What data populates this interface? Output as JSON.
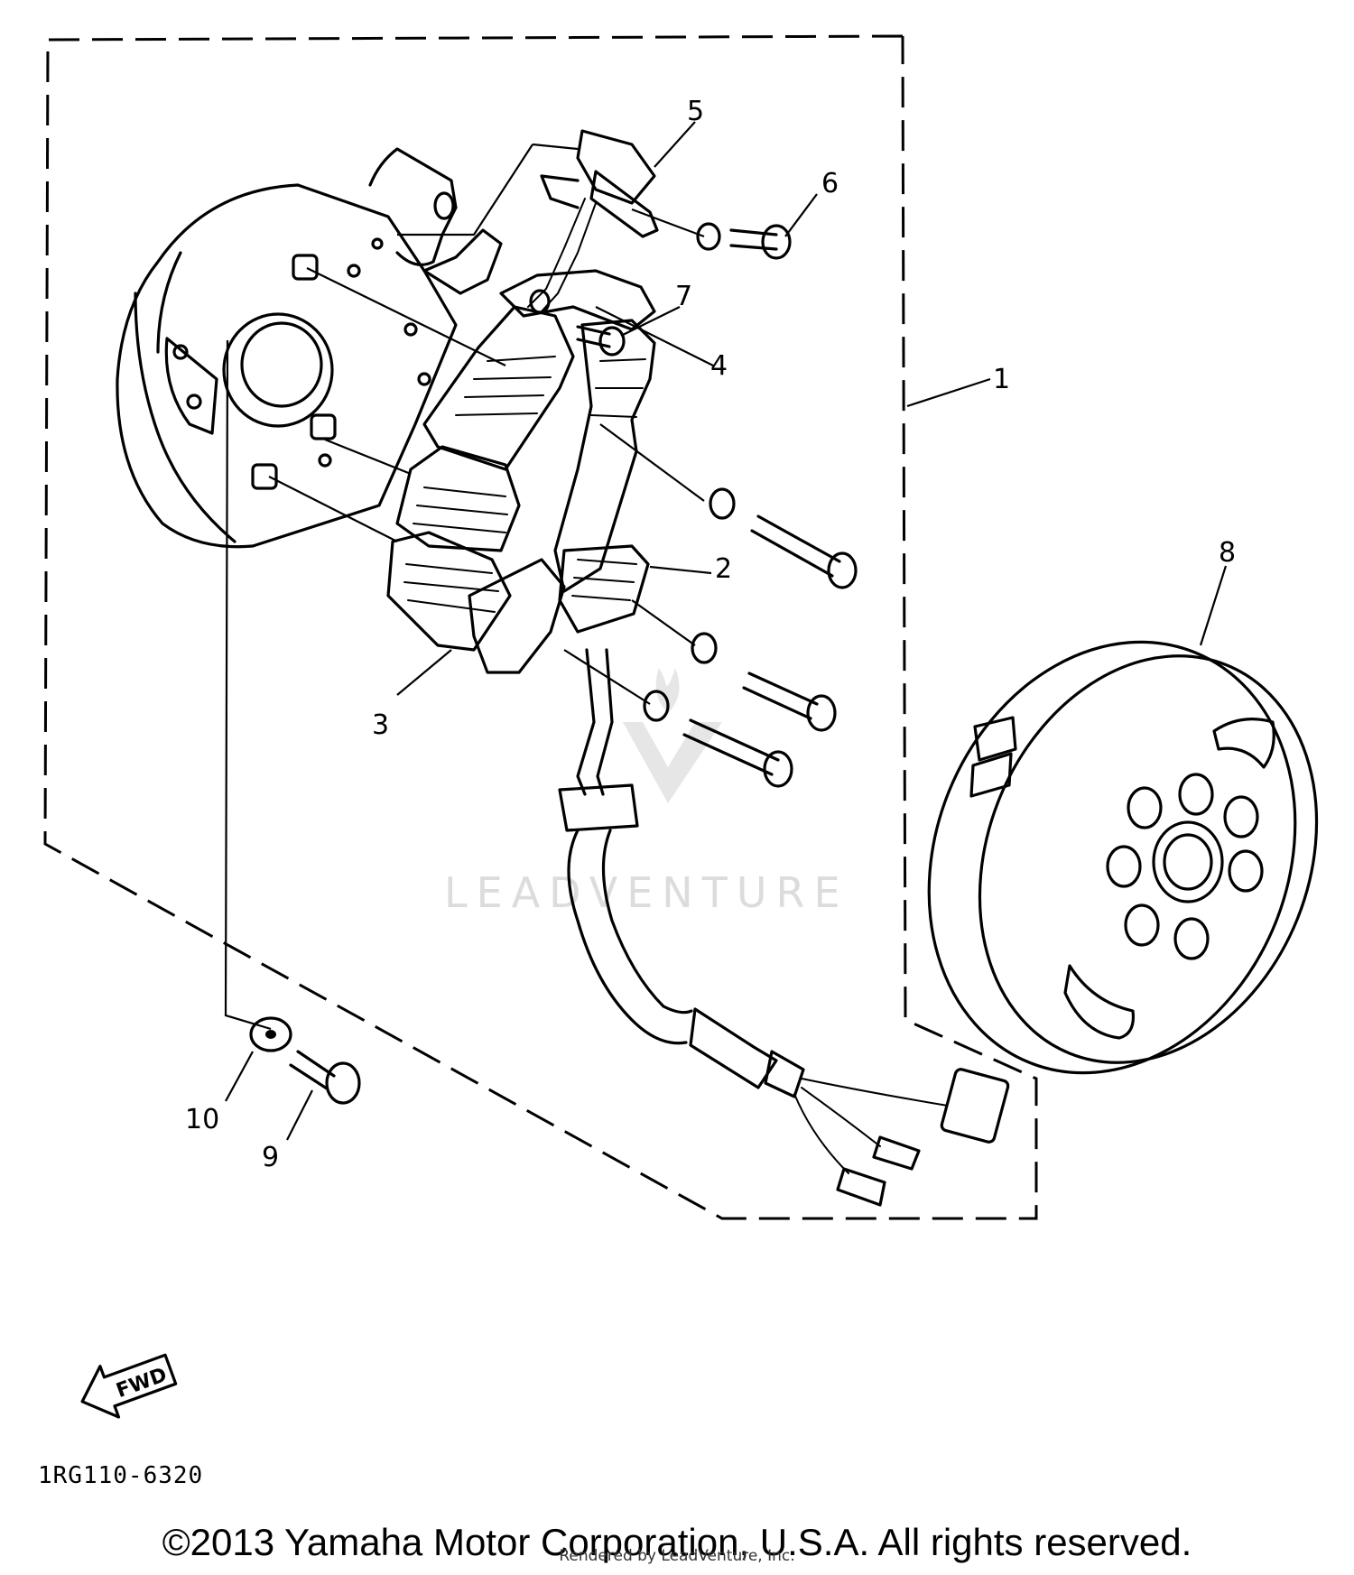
{
  "callouts": {
    "c1": "1",
    "c2": "2",
    "c3": "3",
    "c4": "4",
    "c5": "5",
    "c6": "6",
    "c7": "7",
    "c8": "8",
    "c9": "9",
    "c10": "10"
  },
  "fwd_label": "FWD",
  "diagram_code": "1RG110-6320",
  "watermark": "LEADVENTURE",
  "copyright": "©2013 Yamaha Motor Corporation, U.S.A. All rights reserved.",
  "rendered_by": "Rendered by LeadVenture, Inc."
}
